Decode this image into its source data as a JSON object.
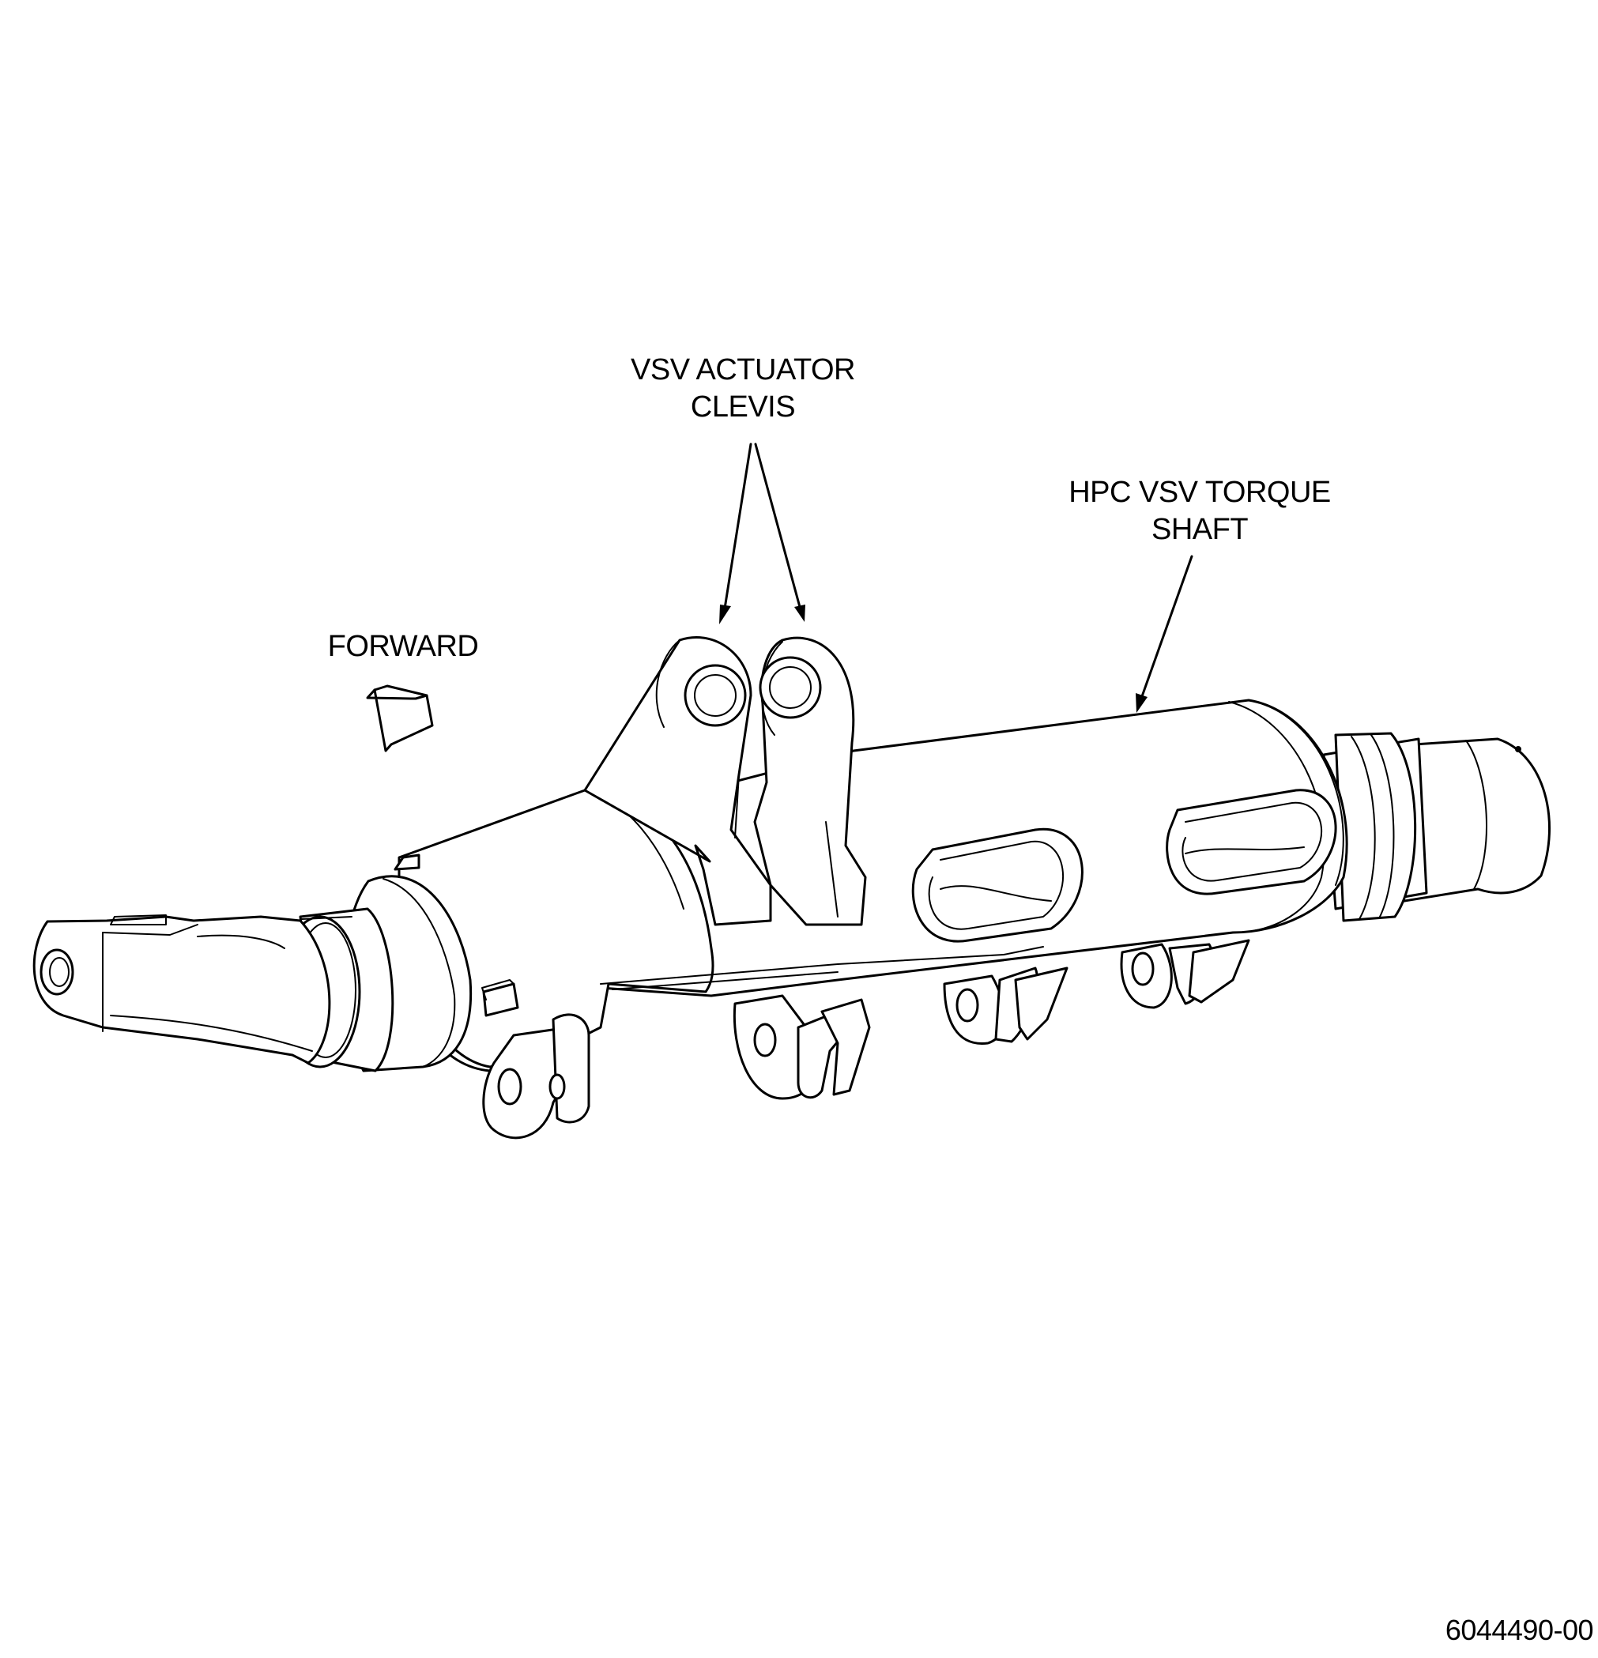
{
  "labels": {
    "clevis_line1": "VSV ACTUATOR",
    "clevis_line2": "CLEVIS",
    "shaft_line1": "HPC VSV TORQUE",
    "shaft_line2": "SHAFT",
    "forward": "FORWARD",
    "figure_number": "6044490-00"
  },
  "colors": {
    "line": "#000000",
    "background": "#ffffff"
  }
}
